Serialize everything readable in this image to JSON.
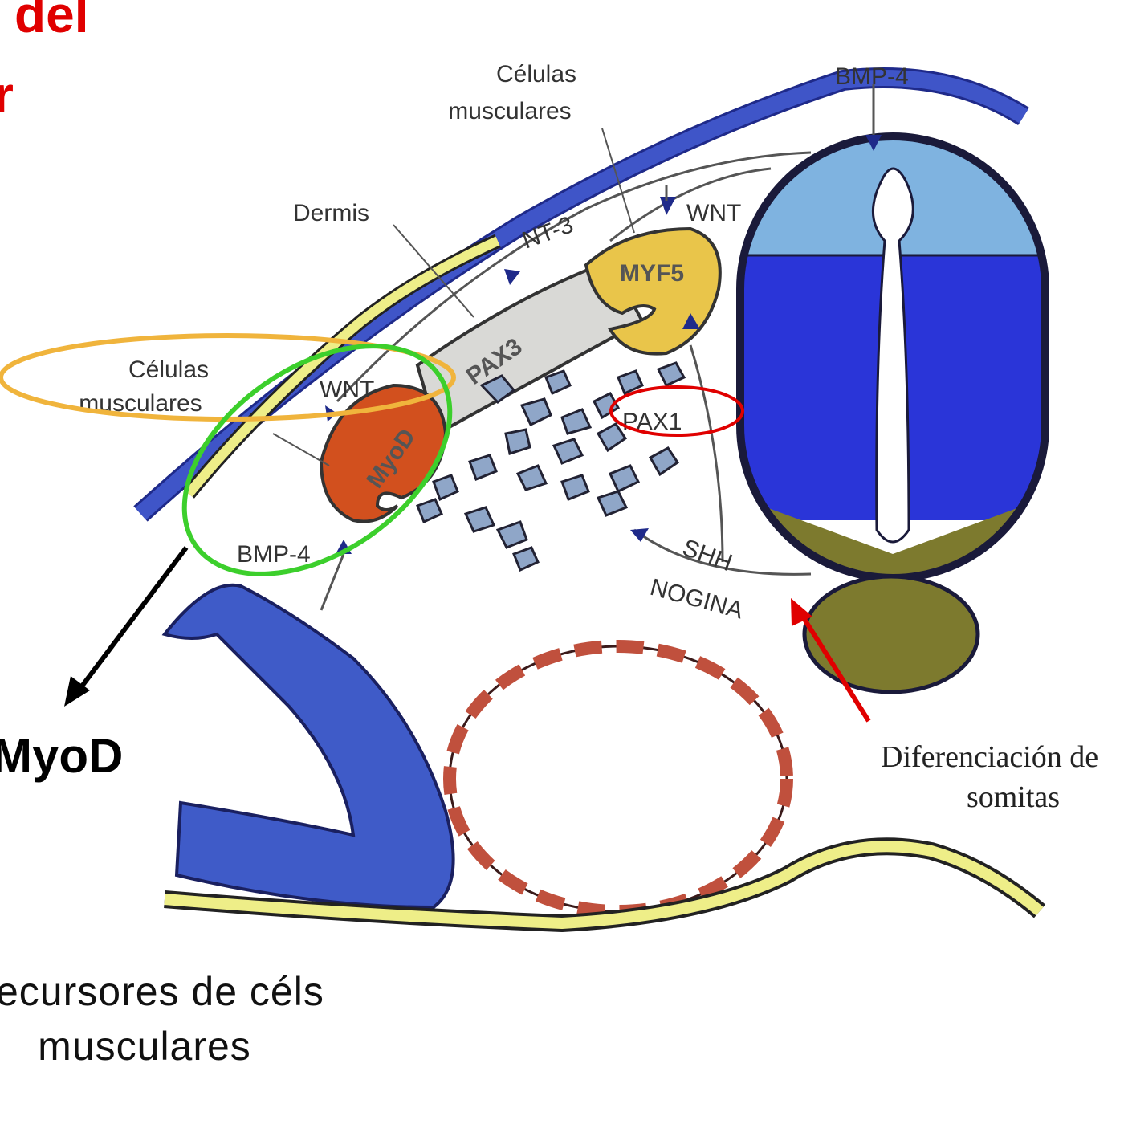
{
  "title": {
    "line1": "del",
    "line2": "r"
  },
  "labels": {
    "celulas_top_line1": "Células",
    "celulas_top_line2": "musculares",
    "bmp4_top": "BMP-4",
    "dermis": "Dermis",
    "wnt_top": "WNT",
    "nt3": "NT-3",
    "myf5": "MYF5",
    "pax3": "PAX3",
    "celulas_left_line1": "Células",
    "celulas_left_line2": "musculares",
    "wnt_left": "WNT",
    "myod_region": "MyoD",
    "pax1": "PAX1",
    "shh": "SHH",
    "nogina": "NOGINA",
    "bmp4_bottom": "BMP-4"
  },
  "annotations": {
    "myod_big": "MyoD",
    "diferenciacion_line1": "Diferenciación de",
    "diferenciacion_line2": "somitas",
    "caption_line1": "ecursores de céls",
    "caption_line2": "musculares"
  },
  "colors": {
    "red": "#e00000",
    "neural_light": "#7fb3e0",
    "neural_dark": "#2a35d8",
    "floor_plate": "#7d7a2e",
    "ectoderm": "#3f55c8",
    "yellow_layer": "#eeee88",
    "myf5": "#e9c54a",
    "myod": "#d2501e",
    "pax3": "#d9d9d6",
    "aorta": "#c0503d",
    "orange_ellipse": "#f0b43c",
    "green_ellipse": "#3ccf2c"
  }
}
